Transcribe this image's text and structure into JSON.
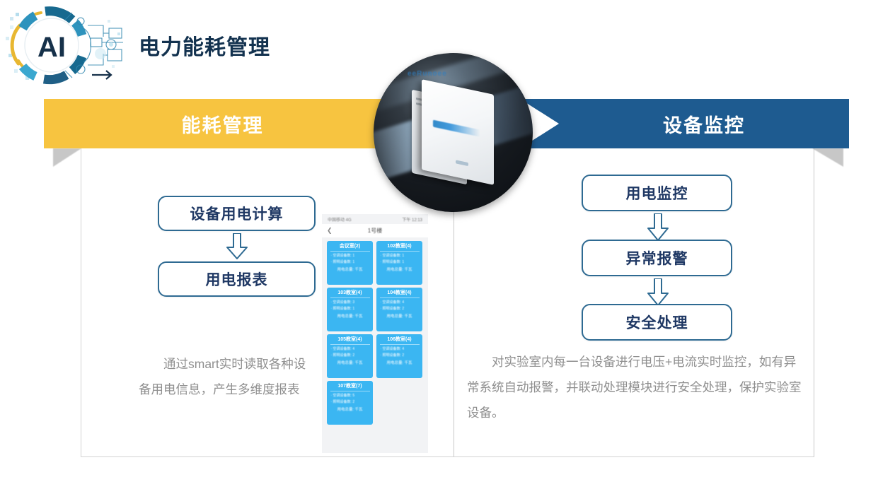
{
  "header": {
    "logo_text": "AI",
    "logo_icon": "ai-circuit-badge-icon",
    "title": "电力能耗管理"
  },
  "banners": {
    "left": {
      "label": "能耗管理",
      "color": "#F7C440"
    },
    "right": {
      "label": "设备监控",
      "color": "#1E5B90"
    }
  },
  "center": {
    "image_name": "smart-wall-panel-device",
    "brandmark": "eeRunoee"
  },
  "left_panel": {
    "flow": [
      {
        "label": "设备用电计算"
      },
      {
        "label": "用电报表"
      }
    ],
    "arrow_icon": "hollow-arrow-down-icon",
    "caption": "通过smart实时读取各种设备用电信息，产生多维度报表"
  },
  "right_panel": {
    "flow": [
      {
        "label": "用电监控"
      },
      {
        "label": "异常报警"
      },
      {
        "label": "安全处理"
      }
    ],
    "arrow_icon": "hollow-arrow-down-icon",
    "caption": "对实验室内每一台设备进行电压+电流实时监控，如有异常系统自动报警，并联动处理模块进行安全处理，保护实验室设备。"
  },
  "phone": {
    "statusbar_left": "中国移动 4G",
    "statusbar_right": "下午 12:13",
    "back_icon": "chevron-left-icon",
    "title": "1号楼",
    "rooms": [
      {
        "name": "会议室(2)",
        "line1": "空调设备数: 1",
        "line2": "照明设备数: 1",
        "total": "用电总量: 千瓦"
      },
      {
        "name": "102教室(4)",
        "line1": "空调设备数: 1",
        "line2": "照明设备数: 1",
        "total": "用电总量: 千瓦"
      },
      {
        "name": "103教室(4)",
        "line1": "空调设备数: 3",
        "line2": "照明设备数: 1",
        "total": "用电总量: 千瓦"
      },
      {
        "name": "104教室(4)",
        "line1": "空调设备数: 4",
        "line2": "照明设备数: 2",
        "total": "用电总量: 千瓦"
      },
      {
        "name": "105教室(4)",
        "line1": "空调设备数: 4",
        "line2": "照明设备数: 2",
        "total": "用电总量: 千瓦"
      },
      {
        "name": "106教室(4)",
        "line1": "空调设备数: 4",
        "line2": "照明设备数: 2",
        "total": "用电总量: 千瓦"
      },
      {
        "name": "107教室(7)",
        "line1": "空调设备数: 5",
        "line2": "照明设备数: 2",
        "total": "用电总量: 千瓦"
      }
    ]
  },
  "colors": {
    "accent_yellow": "#F7C440",
    "accent_blue": "#1E5B90",
    "box_border": "#2E6A92",
    "box_text": "#1F3864",
    "card_blue": "#3BB6F2",
    "caption_gray": "#8F8F8F"
  }
}
